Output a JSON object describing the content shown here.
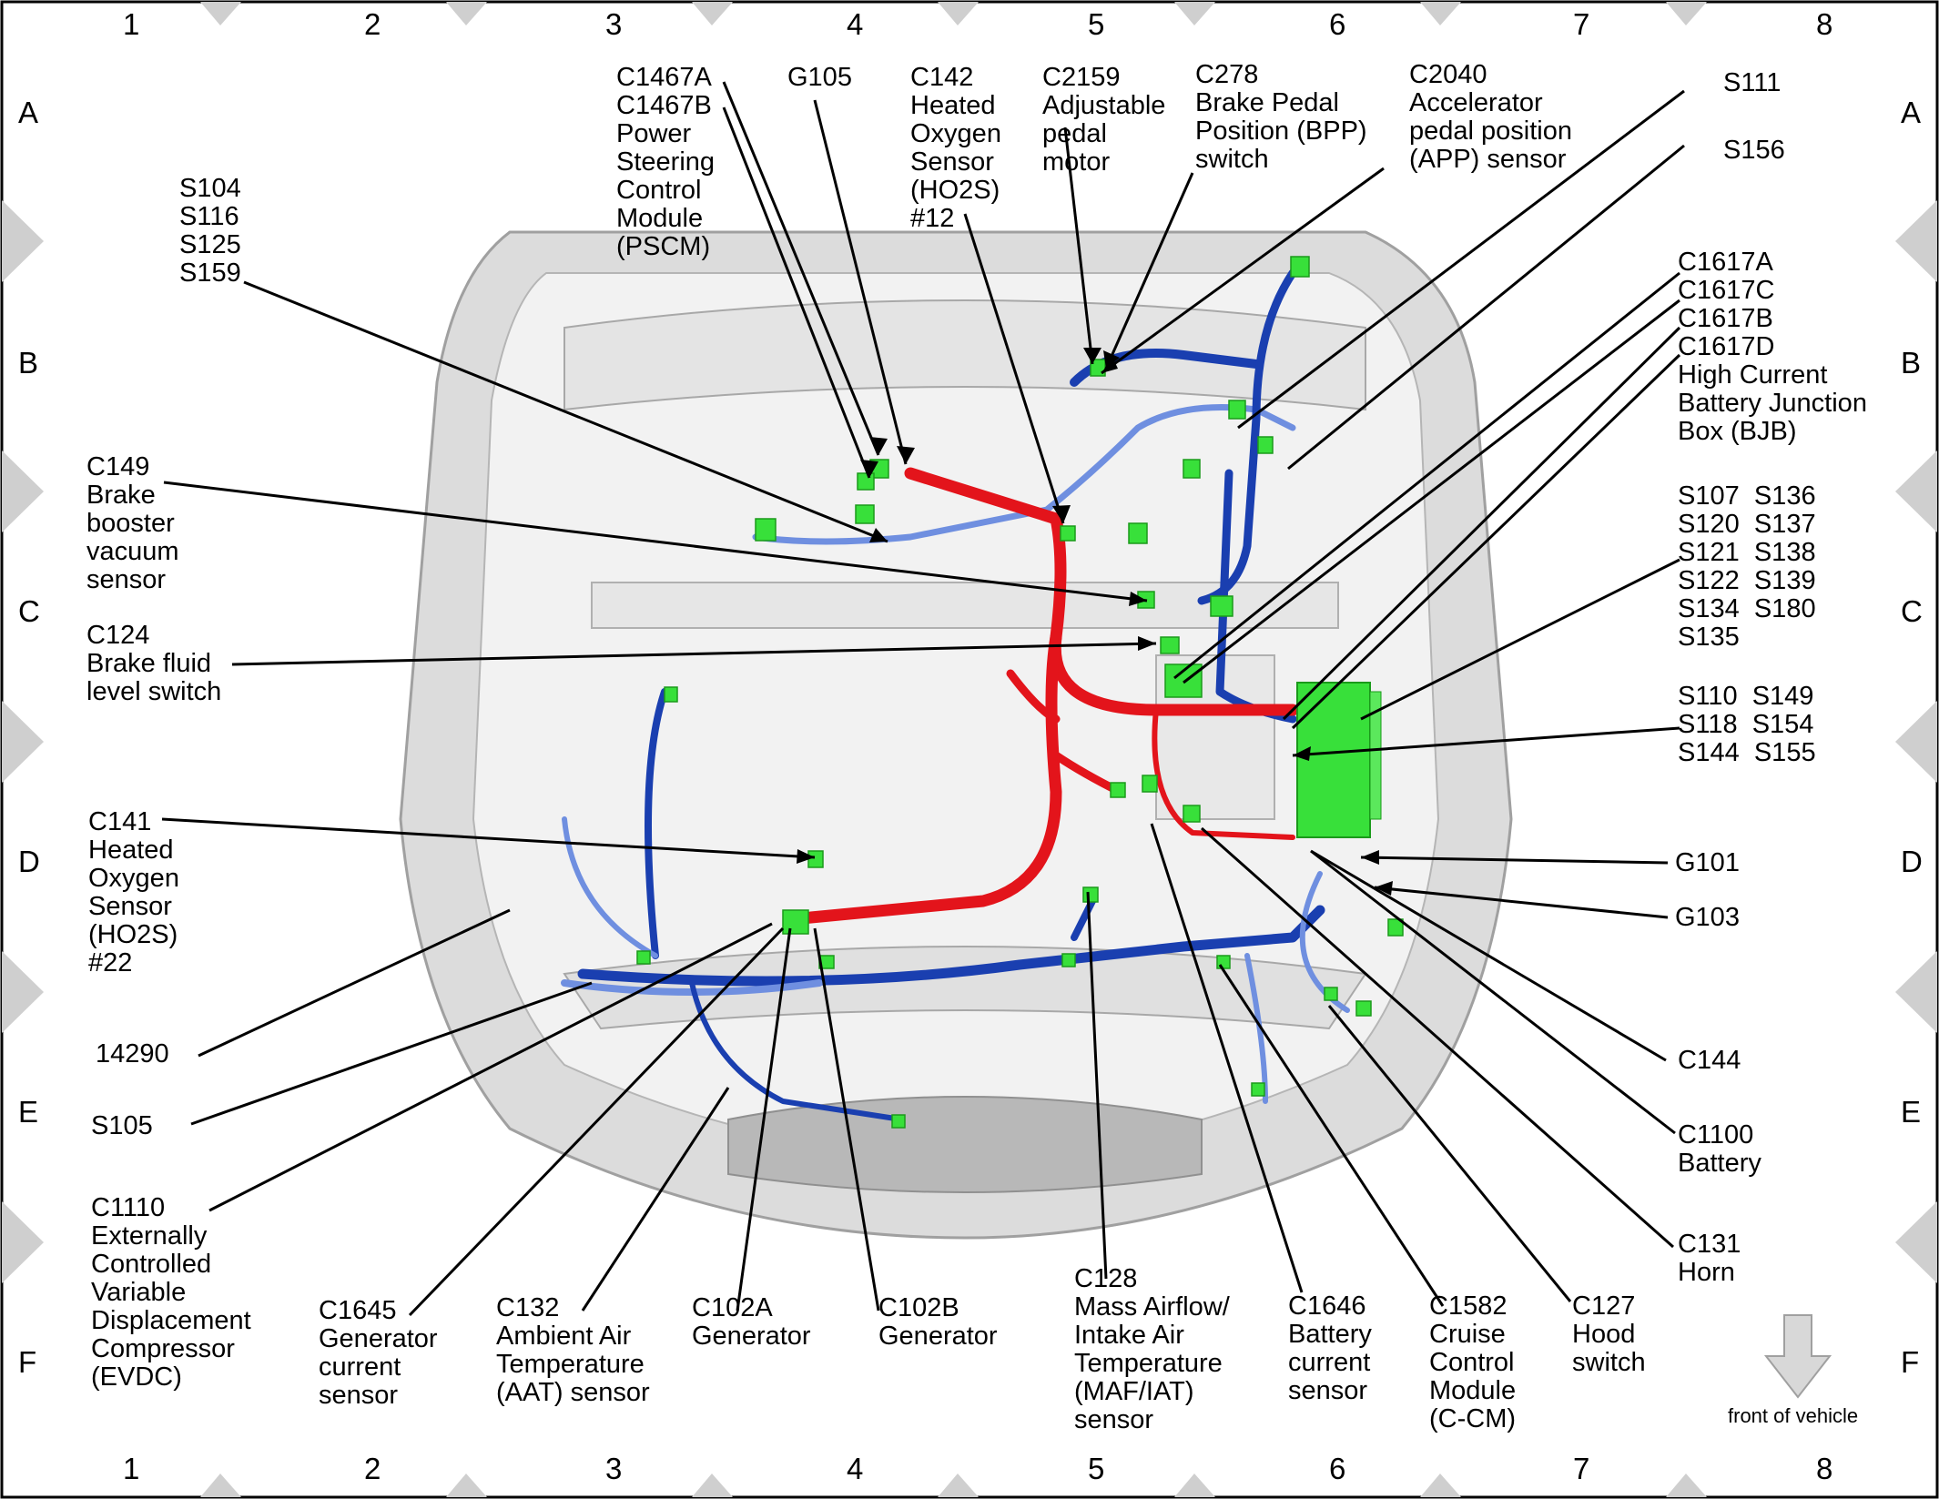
{
  "grid": {
    "columns": [
      "1",
      "2",
      "3",
      "4",
      "5",
      "6",
      "7",
      "8"
    ],
    "rows": [
      "A",
      "B",
      "C",
      "D",
      "E",
      "F"
    ]
  },
  "labels": {
    "c1467": "C1467A\nC1467B\nPower\nSteering\nControl\nModule\n(PSCM)",
    "g105": "G105",
    "c142": "C142\nHeated\nOxygen\nSensor\n(HO2S)\n#12",
    "c2159": "C2159\nAdjustable\npedal\nmotor",
    "c278": "C278\nBrake Pedal\nPosition (BPP)\nswitch",
    "c2040": "C2040\nAccelerator\npedal position\n(APP) sensor",
    "s111": "S111",
    "s156": "S156",
    "s104": "S104\nS116\nS125\nS159",
    "c1617": "C1617A\nC1617C\nC1617B\nC1617D\nHigh Current\nBattery Junction\nBox (BJB)",
    "c149": "C149\nBrake\nbooster\nvacuum\nsensor",
    "s107": "S107  S136\nS120  S137\nS121  S138\nS122  S139\nS134  S180\nS135",
    "c124": "C124\nBrake fluid\nlevel switch",
    "s110": "S110  S149\nS118  S154\nS144  S155",
    "c141": "C141\nHeated\nOxygen\nSensor\n(HO2S)\n#22",
    "g101": "G101",
    "g103": "G103",
    "n14290": "14290",
    "c144": "C144",
    "s105": "S105",
    "c1100": "C1100\nBattery",
    "c1110": "C1110\nExternally\nControlled\nVariable\nDisplacement\nCompressor\n(EVDC)",
    "c131": "C131\nHorn",
    "c1645": "C1645\nGenerator\ncurrent\nsensor",
    "c132": "C132\nAmbient Air\nTemperature\n(AAT) sensor",
    "c102a": "C102A\nGenerator",
    "c102b": "C102B\nGenerator",
    "c128": "C128\nMass Airflow/\nIntake Air\nTemperature\n(MAF/IAT)\nsensor",
    "c1646": "C1646\nBattery\ncurrent\nsensor",
    "c1582": "C1582\nCruise\nControl\nModule\n(C-CM)",
    "c127": "C127\nHood\nswitch"
  },
  "front_note": "front of vehicle",
  "colors": {
    "wire_blue_dark": "#1a3fb0",
    "wire_blue_light": "#6f8fe0",
    "wire_red": "#e3141b",
    "connector_green": "#38e03a",
    "body_gray": "#c8c8c8",
    "chevron_gray": "#d0d0d0"
  }
}
